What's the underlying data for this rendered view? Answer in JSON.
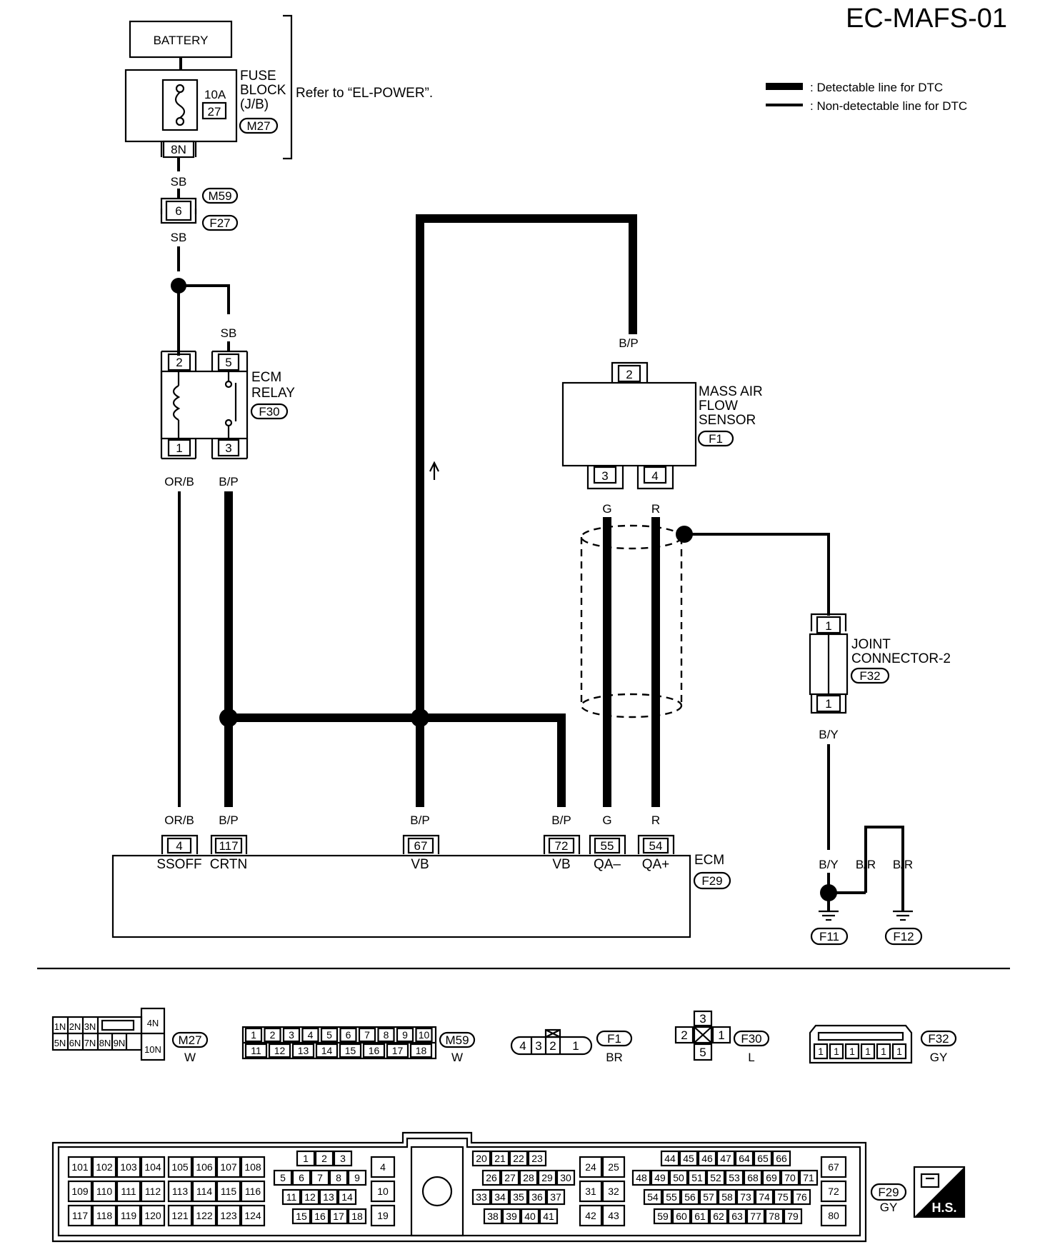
{
  "title": "EC-MAFS-01",
  "legend": {
    "detectable": ": Detectable line for DTC",
    "non_detectable": ": Non-detectable line for DTC"
  },
  "battery": "BATTERY",
  "fuse_block": {
    "label_lines": [
      "FUSE",
      "BLOCK",
      "(J/B)"
    ],
    "connector": "M27",
    "fuse_rating": "10A",
    "fuse_number": "27",
    "terminal": "8N",
    "refer": "Refer to “EL-POWER”."
  },
  "connector_m59_f27": {
    "wire_top": "SB",
    "terminal": "6",
    "ids": [
      "M59",
      "F27"
    ],
    "wire_bottom": "SB"
  },
  "ecm_relay": {
    "label_lines": [
      "ECM",
      "RELAY"
    ],
    "connector": "F30",
    "terminals": [
      "2",
      "5",
      "1",
      "3"
    ],
    "wires": {
      "t5": "SB",
      "t1": "OR/B",
      "t3": "B/P"
    }
  },
  "maf_sensor": {
    "label_lines": [
      "MASS AIR",
      "FLOW",
      "SENSOR"
    ],
    "connector": "F1",
    "terminals": [
      "2",
      "3",
      "4"
    ],
    "wires": {
      "t2": "B/P",
      "t3": "G",
      "t4": "R"
    }
  },
  "joint_connector": {
    "label_lines": [
      "JOINT",
      "CONNECTOR-2"
    ],
    "connector": "F32",
    "terminals": [
      "1",
      "1"
    ],
    "wire": "B/Y"
  },
  "ecm": {
    "label": "ECM",
    "connector": "F29",
    "pins": [
      {
        "wire": "OR/B",
        "pin": "4",
        "signal": "SSOFF"
      },
      {
        "wire": "B/P",
        "pin": "117",
        "signal": "CRTN"
      },
      {
        "wire": "B/P",
        "pin": "67",
        "signal": "VB"
      },
      {
        "wire": "B/P",
        "pin": "72",
        "signal": "VB"
      },
      {
        "wire": "G",
        "pin": "55",
        "signal": "QA–"
      },
      {
        "wire": "R",
        "pin": "54",
        "signal": "QA+"
      }
    ]
  },
  "grounds": {
    "wires": [
      "B/Y",
      "B/R",
      "B/R"
    ],
    "ids": [
      "F11",
      "F12"
    ]
  },
  "connector_views": {
    "m27": {
      "id": "M27",
      "color": "W",
      "row1": [
        "1N",
        "2N",
        "3N",
        "4N"
      ],
      "row2": [
        "5N",
        "6N",
        "7N",
        "8N",
        "9N",
        "10N"
      ]
    },
    "m59": {
      "id": "M59",
      "color": "W",
      "row1": [
        "1",
        "2",
        "3",
        "4",
        "5",
        "6",
        "7",
        "8",
        "9",
        "10"
      ],
      "row2": [
        "11",
        "12",
        "13",
        "14",
        "15",
        "16",
        "17",
        "18"
      ]
    },
    "f1": {
      "id": "F1",
      "color": "BR",
      "pins": [
        "4",
        "3",
        "2",
        "1"
      ]
    },
    "f30": {
      "id": "F30",
      "color": "L",
      "pins": [
        "3",
        "2",
        "1",
        "5"
      ]
    },
    "f32": {
      "id": "F32",
      "color": "GY",
      "pins": [
        "1",
        "1",
        "1",
        "1",
        "1",
        "1"
      ]
    },
    "f29": {
      "id": "F29",
      "color": "GY",
      "hs": "H.S.",
      "block_a": [
        [
          "101",
          "102",
          "103",
          "104"
        ],
        [
          "109",
          "110",
          "111",
          "112"
        ],
        [
          "117",
          "118",
          "119",
          "120"
        ]
      ],
      "block_b": [
        [
          "105",
          "106",
          "107",
          "108"
        ],
        [
          "113",
          "114",
          "115",
          "116"
        ],
        [
          "121",
          "122",
          "123",
          "124"
        ]
      ],
      "block_c": [
        [
          "1",
          "2",
          "3"
        ],
        [
          "5",
          "6",
          "7",
          "8",
          "9"
        ],
        [
          "11",
          "12",
          "13",
          "14"
        ],
        [
          "15",
          "16",
          "17",
          "18"
        ]
      ],
      "block_d": [
        "4",
        "10",
        "19"
      ],
      "block_e": [
        [
          "20",
          "21",
          "22",
          "23"
        ],
        [
          "26",
          "27",
          "28",
          "29",
          "30"
        ],
        [
          "33",
          "34",
          "35",
          "36",
          "37"
        ],
        [
          "38",
          "39",
          "40",
          "41"
        ]
      ],
      "block_f": [
        [
          "24",
          "25"
        ],
        [
          "31",
          "32"
        ],
        [
          "42",
          "43"
        ]
      ],
      "block_g": [
        [
          "44",
          "45",
          "46",
          "47",
          "64",
          "65",
          "66"
        ],
        [
          "48",
          "49",
          "50",
          "51",
          "52",
          "53",
          "68",
          "69",
          "70",
          "71"
        ],
        [
          "54",
          "55",
          "56",
          "57",
          "58",
          "73",
          "74",
          "75",
          "76"
        ],
        [
          "59",
          "60",
          "61",
          "62",
          "63",
          "77",
          "78",
          "79"
        ]
      ],
      "block_h": [
        "67",
        "72",
        "80"
      ]
    }
  }
}
